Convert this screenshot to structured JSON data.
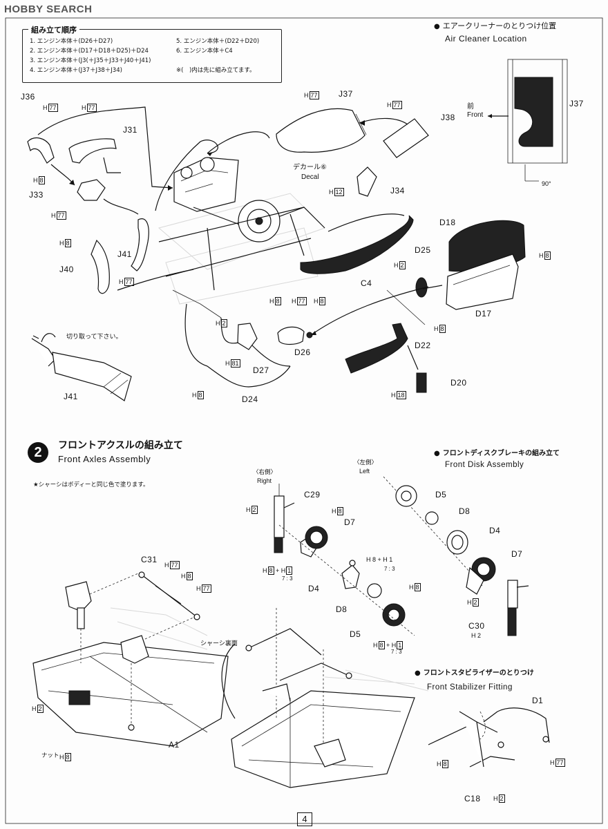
{
  "header": {
    "logo": "HOBBY SEARCH",
    "page_number": "4"
  },
  "assembly_order": {
    "title": "組み立て順序",
    "steps": [
      "1. エンジン本体＋(D26＋D27)",
      "2. エンジン本体＋(D17＋D18＋D25)＋D24",
      "3. エンジン本体＋(J3(＋J35＋J33＋J40＋J41)",
      "4. エンジン本体＋(J37＋J38＋J34)",
      "5. エンジン本体＋(D22＋D20)",
      "6. エンジン本体＋C4"
    ],
    "note": "※(　)内は先に組み立てます。"
  },
  "air_cleaner": {
    "title_jp": "エアークリーナーのとりつけ位置",
    "title_en": "Air Cleaner Location",
    "front_jp": "前",
    "front_en": "Front",
    "angle": "90°",
    "part": "J37"
  },
  "engine_labels": {
    "j36": "J36",
    "j31": "J31",
    "j33": "J33",
    "j40": "J40",
    "j41": "J41",
    "j37": "J37",
    "j38": "J38",
    "j34": "J34",
    "c4": "C4",
    "d18": "D18",
    "d25": "D25",
    "d17": "D17",
    "d22": "D22",
    "d20": "D20",
    "d26": "D26",
    "d27": "D27",
    "d24": "D24",
    "decal_jp": "デカール⑥",
    "decal_en": "Decal",
    "cut_note": "切り取って下さい。",
    "j41b": "J41"
  },
  "hcodes": {
    "h77": "77",
    "h8": "8",
    "h12": "12",
    "h2": "2",
    "h81": "81",
    "h18": "18",
    "h1": "1",
    "ratio": "7 : 3"
  },
  "step2": {
    "number": "2",
    "title_jp": "フロントアクスルの組み立て",
    "title_en": "Front Axles Assembly",
    "note": "★シャーシはボディーと同じ色で塗ります。",
    "right_jp": "〈右側〉",
    "right_en": "Right",
    "left_jp": "〈左側〉",
    "left_en": "Left",
    "chassis_bottom": "シャーシ裏面",
    "nut": "ナット",
    "parts": {
      "c29": "C29",
      "d8": "D8",
      "d7": "D7",
      "d4": "D4",
      "d5": "D5",
      "c31": "C31",
      "a1": "A1",
      "c30": "C30",
      "d1": "D1",
      "c18": "C18"
    }
  },
  "disk": {
    "title_jp": "フロントディスクブレーキの組み立て",
    "title_en": "Front Disk Assembly"
  },
  "stabilizer": {
    "title_jp": "フロントスタビライザーのとりつけ",
    "title_en": "Front Stabilizer Fitting"
  }
}
